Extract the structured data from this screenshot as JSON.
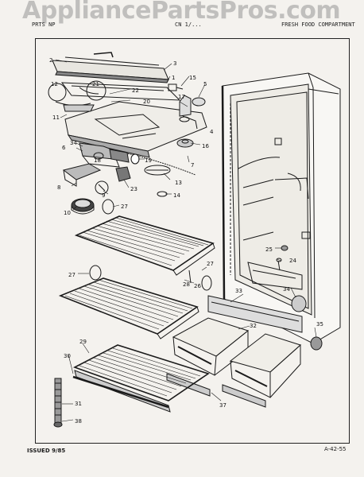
{
  "watermark": "AppliancePartsPros.com",
  "header": {
    "left": "PRTS  NP",
    "middle": "CN 1/...",
    "right": "FRESH FOOD COMPARTMENT"
  },
  "footer": {
    "issued": "ISSUED 9/85",
    "page_code": "A-42-55"
  },
  "callouts": [
    {
      "id": "c2",
      "text": "2"
    },
    {
      "id": "c3",
      "text": "3"
    },
    {
      "id": "c1",
      "text": "1"
    },
    {
      "id": "c15",
      "text": "15"
    },
    {
      "id": "c5",
      "text": "5"
    },
    {
      "id": "c12",
      "text": "12"
    },
    {
      "id": "c21",
      "text": "21"
    },
    {
      "id": "c22",
      "text": "22"
    },
    {
      "id": "c20",
      "text": "20"
    },
    {
      "id": "c17",
      "text": "17"
    },
    {
      "id": "c11",
      "text": "11"
    },
    {
      "id": "c4",
      "text": "4"
    },
    {
      "id": "c34a",
      "text": "34"
    },
    {
      "id": "c6",
      "text": "6"
    },
    {
      "id": "c16",
      "text": "16"
    },
    {
      "id": "c7",
      "text": "7"
    },
    {
      "id": "c18",
      "text": "18"
    },
    {
      "id": "c19",
      "text": "19"
    },
    {
      "id": "c13",
      "text": "13"
    },
    {
      "id": "c8",
      "text": "8"
    },
    {
      "id": "c23",
      "text": "23"
    },
    {
      "id": "c9",
      "text": "9"
    },
    {
      "id": "c14",
      "text": "14"
    },
    {
      "id": "c10",
      "text": "10"
    },
    {
      "id": "c27a",
      "text": "27"
    },
    {
      "id": "c27b",
      "text": "27"
    },
    {
      "id": "c27c",
      "text": "27"
    },
    {
      "id": "c28",
      "text": "28"
    },
    {
      "id": "c25",
      "text": "25"
    },
    {
      "id": "c24",
      "text": "24"
    },
    {
      "id": "c33",
      "text": "33"
    },
    {
      "id": "c34b",
      "text": "34"
    },
    {
      "id": "c35",
      "text": "35"
    },
    {
      "id": "c32",
      "text": "32"
    },
    {
      "id": "c26",
      "text": "26"
    },
    {
      "id": "c29",
      "text": "29"
    },
    {
      "id": "c30",
      "text": "30"
    },
    {
      "id": "c31",
      "text": "31"
    },
    {
      "id": "c37",
      "text": "37"
    },
    {
      "id": "c38",
      "text": "38"
    }
  ]
}
